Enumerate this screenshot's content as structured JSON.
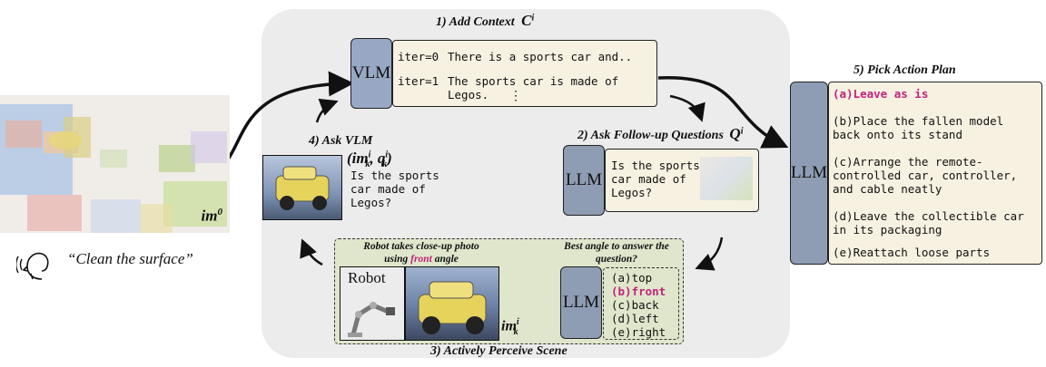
{
  "scene": {
    "image_label": "im",
    "image_label_sup": "0"
  },
  "instruction": {
    "text": "“Clean the surface”"
  },
  "step1": {
    "title": "1) Add Context",
    "symbol": "C",
    "symbol_sup": "i",
    "model": "VLM",
    "rows": [
      {
        "iter": "iter=0",
        "text": "There is a sports car and.."
      },
      {
        "iter": "iter=1",
        "text": "The sports car is made of Legos."
      }
    ],
    "ellipsis": "⋮"
  },
  "step2": {
    "title": "2) Ask Follow-up Questions",
    "symbol": "Q",
    "symbol_sup": "i",
    "model": "LLM",
    "question": "Is the sports car made of Legos?"
  },
  "step3": {
    "title": "3) Actively Perceive Scene",
    "robot_caption_1": "Robot takes close-up photo",
    "robot_caption_2": "using",
    "robot_caption_angle": "front",
    "robot_caption_3": "angle",
    "robot_label": "Robot",
    "image_label": "im",
    "image_sub": "k",
    "image_sup": "i",
    "angle_title": "Best angle to answer the question?",
    "model": "LLM",
    "options": [
      "(a)top",
      "(b)front",
      "(c)back",
      "(d)left",
      "(e)right"
    ],
    "selected_option_index": 1
  },
  "step4": {
    "title": "4) Ask VLM",
    "pair_label": "(im",
    "pair_sub": "k",
    "pair_sup": "i",
    "pair_q": "q",
    "question": "Is the sports car made of Legos?"
  },
  "step5": {
    "title": "5) Pick Action Plan",
    "model": "LLM",
    "plans": [
      "(a)Leave as is",
      "(b)Place the fallen model back onto its stand",
      "(c)Arrange the remote-controlled car, controller, and cable neatly",
      "(d)Leave the collectible car in its packaging",
      "(e)Reattach loose parts"
    ],
    "selected_plan_index": 0
  },
  "colors": {
    "panel_bg": "#ececec",
    "green_bg": "#dfe6cc",
    "cream": "#f7f1e1",
    "vlm_box": "#97a8c4",
    "llm_box": "#8e9db3",
    "highlight": "#c0247a"
  }
}
